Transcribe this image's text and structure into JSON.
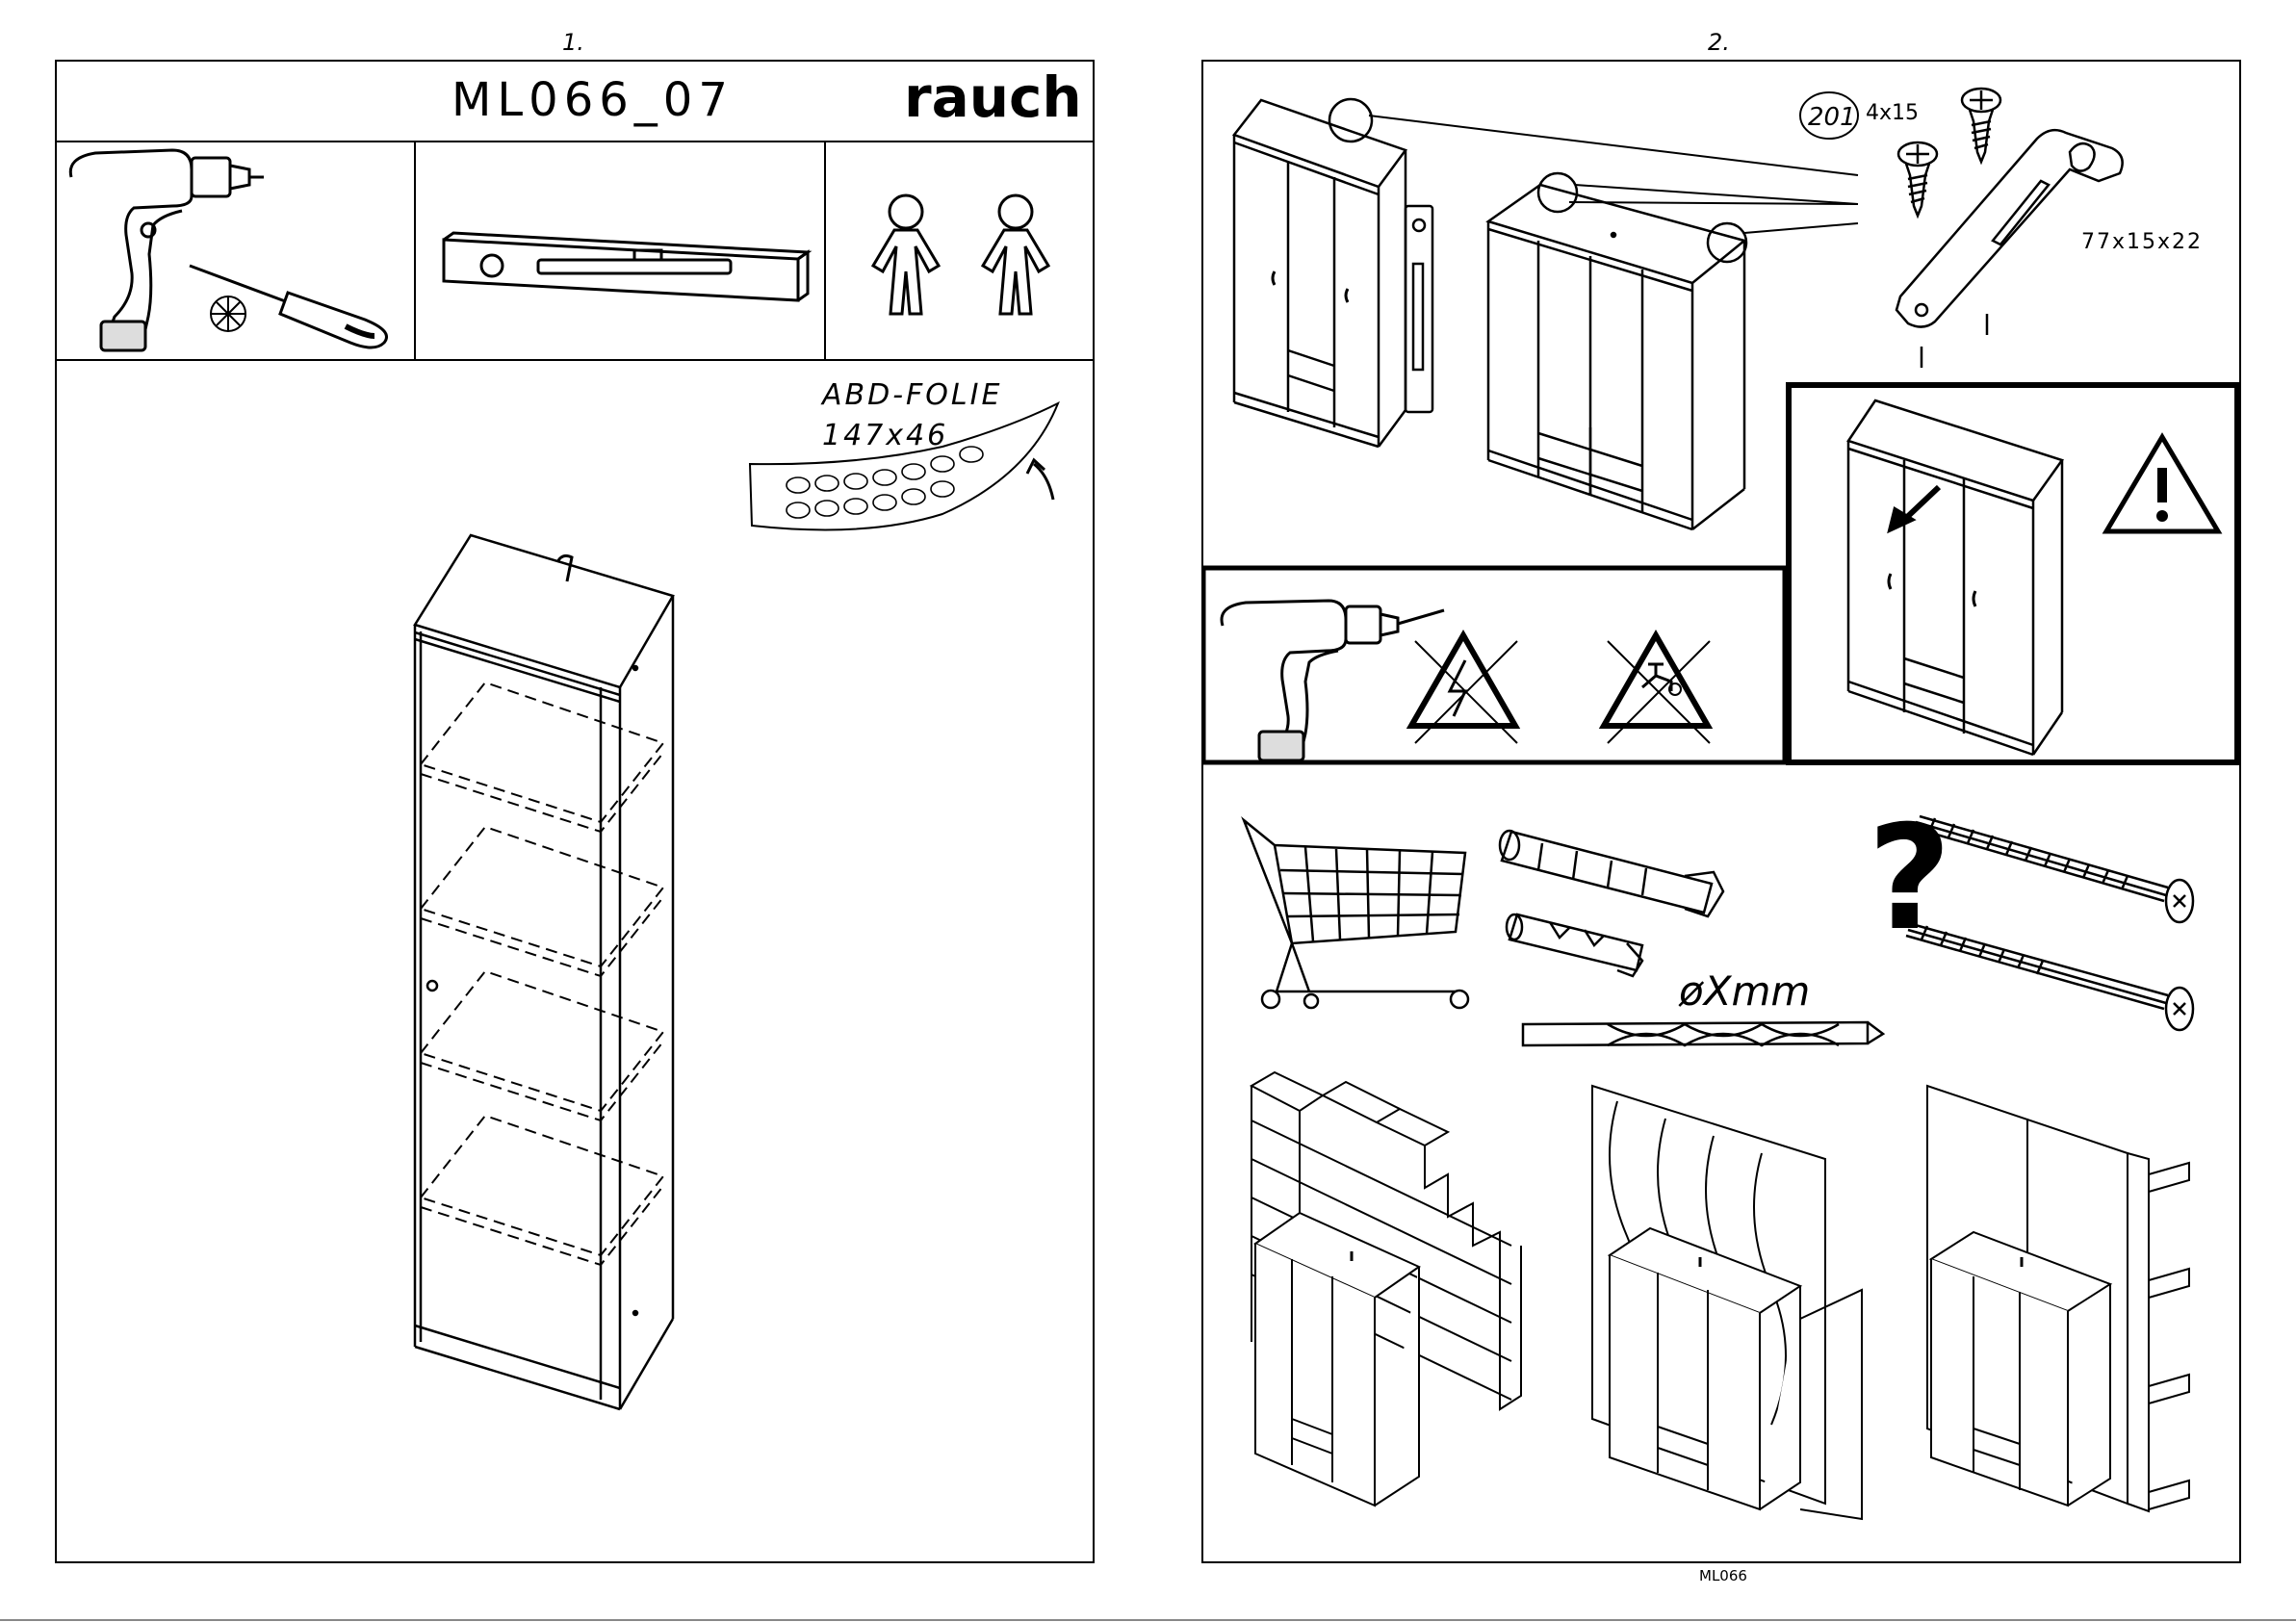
{
  "page1": {
    "number": "1.",
    "model_code": "ML066_07",
    "brand": "rauch",
    "foil_label": "ABD-FOLIE",
    "foil_size": "147x46"
  },
  "page2": {
    "number": "2.",
    "part_number": "201",
    "screw_size": "4x15",
    "bracket_size": "77x15x22",
    "drill_diameter": "øXmm",
    "question_mark": "?"
  },
  "footer": {
    "code": "ML066"
  },
  "icons": [
    "cordless-drill-icon",
    "screwdriver-icon",
    "spirit-level-icon",
    "two-persons-icon",
    "cart-icon",
    "wall-plug-icon",
    "drill-bit-icon",
    "wood-screw-icon",
    "warning-icon",
    "no-electric-cable-icon",
    "no-water-pipe-icon"
  ]
}
